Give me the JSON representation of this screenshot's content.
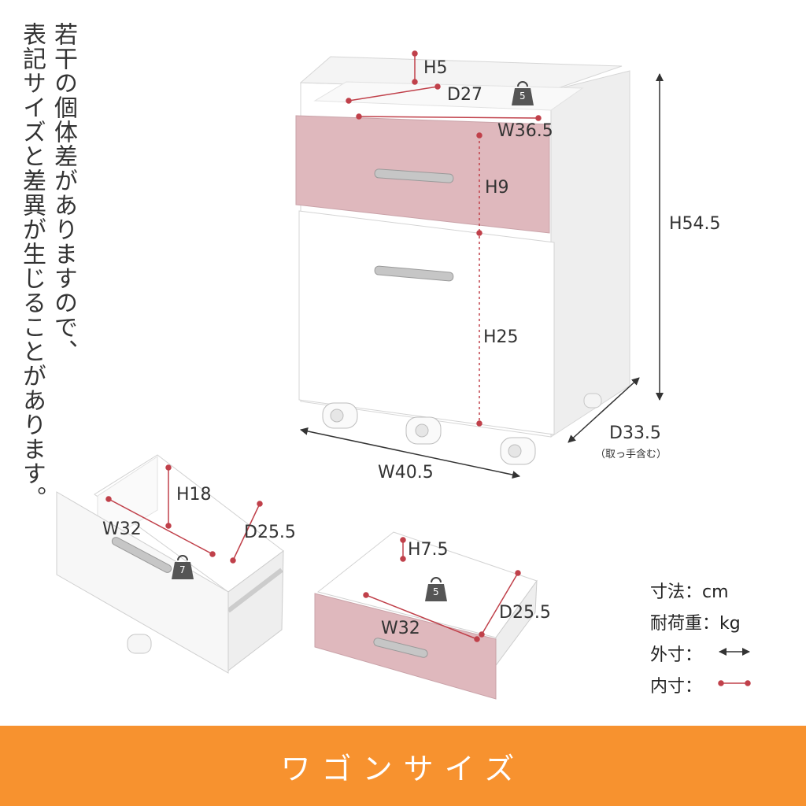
{
  "note": {
    "line1": "若干の個体差がありますので、",
    "line2": "表記サイズと差異が生じることがあります。"
  },
  "main_wagon": {
    "top_tray_height": "H5",
    "top_tray_depth": "D27",
    "top_tray_width": "W36.5",
    "top_weight": "5",
    "drawer_height": "H9",
    "cabinet_height": "H25",
    "total_height": "H54.5",
    "total_width": "W40.5",
    "total_depth": "D33.5",
    "depth_note": "（取っ手含む）"
  },
  "deep_drawer": {
    "height": "H18",
    "width": "W32",
    "depth": "D25.5",
    "weight": "7"
  },
  "shallow_drawer": {
    "height": "H7.5",
    "width": "W32",
    "depth": "D25.5",
    "weight": "5"
  },
  "legend": {
    "unit": "寸法：cm",
    "load": "耐荷重：kg",
    "outer": "外寸：",
    "inner": "内寸："
  },
  "colors": {
    "pink": "#dfb8bd",
    "inner_line": "#c0404a",
    "outer_line": "#333333",
    "banner": "#f7922f"
  },
  "banner": {
    "title": "ワゴンサイズ"
  }
}
